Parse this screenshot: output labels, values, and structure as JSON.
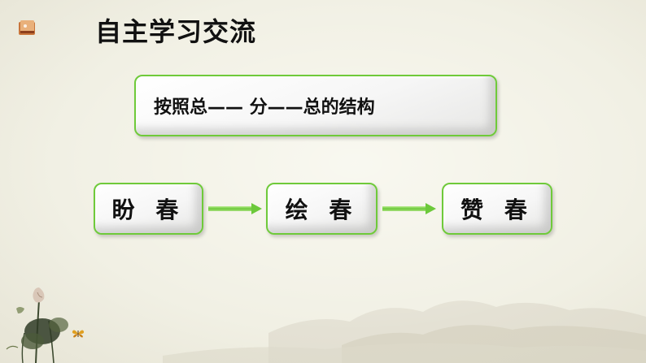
{
  "title": "自主学习交流",
  "structure": "按照总—— 分——总的结构",
  "steps": [
    "盼 春",
    "绘 春",
    "赞 春"
  ],
  "colors": {
    "box_border": "#6fca3a",
    "arrow": "#7ed34a",
    "background": "#f1f0e4"
  },
  "icons": {
    "title_icon": "book-icon",
    "decor": [
      "lotus-painting",
      "butterfly-icon",
      "mountain-landscape"
    ]
  }
}
